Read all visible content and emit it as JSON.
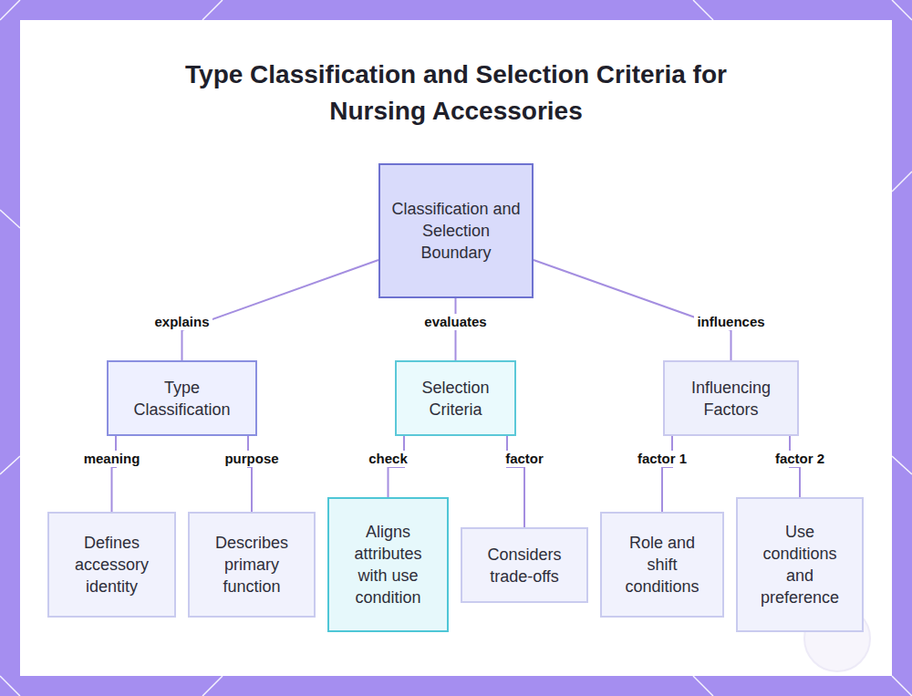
{
  "diagram": {
    "title": "Type Classification and Selection Criteria for Nursing Accessories",
    "nodes": [
      {
        "text": [
          "Classification and Selection Boundary"
        ]
      },
      {
        "text": [
          "Type Classification"
        ]
      },
      {
        "text": [
          "Selection Criteria"
        ]
      },
      {
        "text": [
          "Influencing Factors"
        ]
      },
      {
        "text": [
          "Defines accessory identity"
        ]
      },
      {
        "text": [
          "Describes primary function"
        ]
      },
      {
        "text": [
          "Aligns attributes with use condition"
        ]
      },
      {
        "text": [
          "Considers trade-offs"
        ]
      },
      {
        "text": [
          "Role and shift conditions"
        ]
      },
      {
        "text": [
          "Use conditions and preference"
        ]
      }
    ],
    "edges": [
      {
        "from": 0,
        "to": 1,
        "label": "explains",
        "arrow": "none"
      },
      {
        "from": 0,
        "to": 2,
        "label": "evaluates",
        "arrow": "none"
      },
      {
        "from": 0,
        "to": 3,
        "label": "influences",
        "arrow": "none"
      },
      {
        "from": 1,
        "to": 4,
        "label": "meaning",
        "arrow": "none"
      },
      {
        "from": 1,
        "to": 5,
        "label": "purpose",
        "arrow": "none"
      },
      {
        "from": 2,
        "to": 6,
        "label": "check",
        "arrow": "none"
      },
      {
        "from": 2,
        "to": 7,
        "label": "factor",
        "arrow": "none"
      },
      {
        "from": 3,
        "to": 8,
        "label": "factor 1",
        "arrow": "none"
      },
      {
        "from": 3,
        "to": 9,
        "label": "factor 2",
        "arrow": "none"
      }
    ]
  }
}
